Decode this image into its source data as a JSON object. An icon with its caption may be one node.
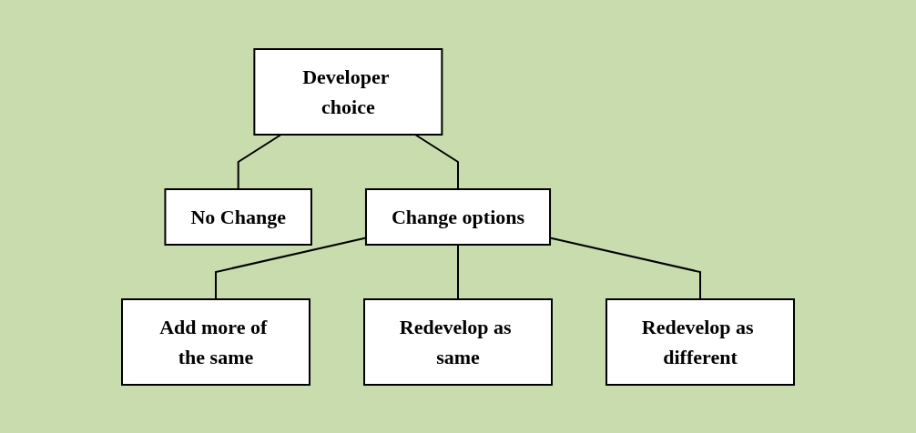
{
  "diagram": {
    "nodes": [
      {
        "text": [
          "Developer choice"
        ]
      },
      {
        "text": [
          "No Change"
        ]
      },
      {
        "text": [
          "Change options"
        ]
      },
      {
        "text": [
          "Add more of the same"
        ]
      },
      {
        "text": [
          "Redevelop as same"
        ]
      },
      {
        "text": [
          "Redevelop as different"
        ]
      }
    ],
    "edges": [
      {
        "from": 0,
        "to": 1,
        "arrow": "none"
      },
      {
        "from": 0,
        "to": 2,
        "arrow": "none"
      },
      {
        "from": 2,
        "to": 3,
        "arrow": "none"
      },
      {
        "from": 2,
        "to": 4,
        "arrow": "none"
      },
      {
        "from": 2,
        "to": 5,
        "arrow": "none"
      }
    ]
  }
}
